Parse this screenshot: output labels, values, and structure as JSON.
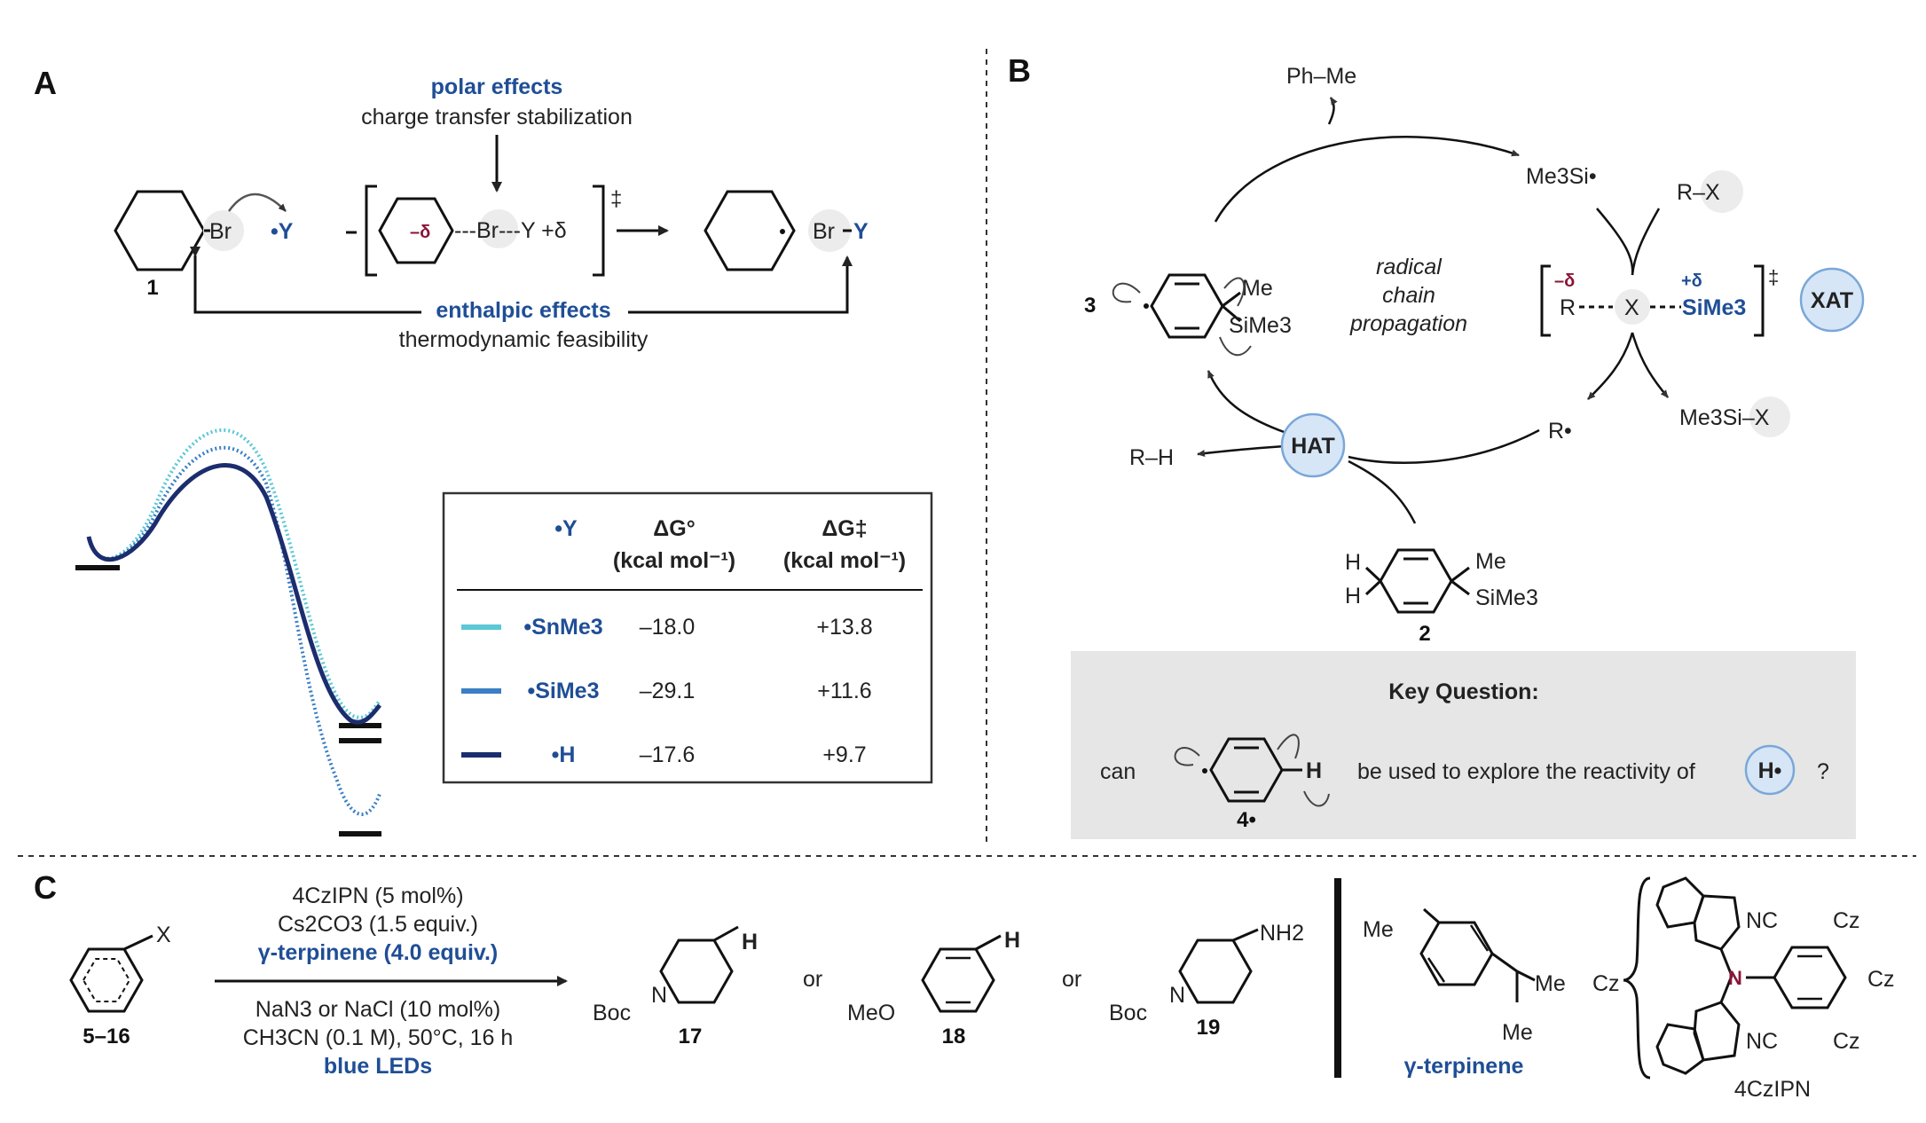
{
  "panels": {
    "a": "A",
    "b": "B",
    "c": "C"
  },
  "panel_a": {
    "polar_title": "polar effects",
    "polar_sub": "charge transfer stabilization",
    "enthalpic_title": "enthalpic effects",
    "enthalpic_sub": "thermodynamic feasibility",
    "compound_1": "1",
    "br": "Br",
    "y_rad": "•Y",
    "minus_delta": "–δ",
    "ts_text": "---Br---Y +δ",
    "dagger": "‡",
    "product_bry": "Br",
    "product_y": "Y"
  },
  "table": {
    "headers": [
      "•Y",
      "ΔG°",
      "(kcal mol⁻¹)",
      "ΔG‡",
      "(kcal mol⁻¹)"
    ],
    "rows": [
      {
        "species": "•SnMe3",
        "dg0": "–18.0",
        "dgts": "+13.8",
        "color": "#5bc8d6"
      },
      {
        "species": "•SiMe3",
        "dg0": "–29.1",
        "dgts": "+11.6",
        "color": "#3a7fc4"
      },
      {
        "species": "•H",
        "dg0": "–17.6",
        "dgts": "+9.7",
        "color": "#1c2d6e"
      }
    ]
  },
  "panel_b": {
    "ph_me": "Ph–Me",
    "me3si_rad": "Me3Si•",
    "rx": "R–X",
    "radical_chain": [
      "radical",
      "chain",
      "propagation"
    ],
    "compound_3": "3",
    "me": "Me",
    "sime3": "SiMe3",
    "ts_minus": "–δ",
    "ts_plus": "+δ",
    "ts_r": "R",
    "ts_x": "X",
    "ts_si": "SiMe3",
    "xat": "XAT",
    "hat": "HAT",
    "r_rad": "R•",
    "rh": "R–H",
    "me3six": "Me3Si–X",
    "compound_2": "2",
    "h": "H",
    "key_question": "Key Question:",
    "can": "can",
    "be_used": "be used to explore the reactivity of",
    "h_rad": "H•",
    "question_mark": "?",
    "compound_4": "4•"
  },
  "panel_c": {
    "substrate_label": "5–16",
    "x": "X",
    "conditions_top": [
      "4CzIPN (5 mol%)",
      "Cs2CO3 (1.5 equiv.)",
      "γ-terpinene (4.0 equiv.)"
    ],
    "conditions_bottom": [
      "NaN3 or NaCl (10 mol%)",
      "CH3CN (0.1 M), 50°C, 16 h",
      "blue LEDs"
    ],
    "or": "or",
    "compound_17": "17",
    "compound_18": "18",
    "compound_19": "19",
    "boc": "Boc",
    "n": "N",
    "meo": "MeO",
    "nh2": "NH2",
    "terpinene": "γ-terpinene",
    "cz": "Cz",
    "nc": "NC",
    "czipn": "4CzIPN"
  },
  "colors": {
    "blue_text": "#1f4e96",
    "circle_fill": "#d6e6f7",
    "circle_stroke": "#7aa7d9",
    "gray_box": "#e6e6e6",
    "maroon": "#8a1538"
  }
}
